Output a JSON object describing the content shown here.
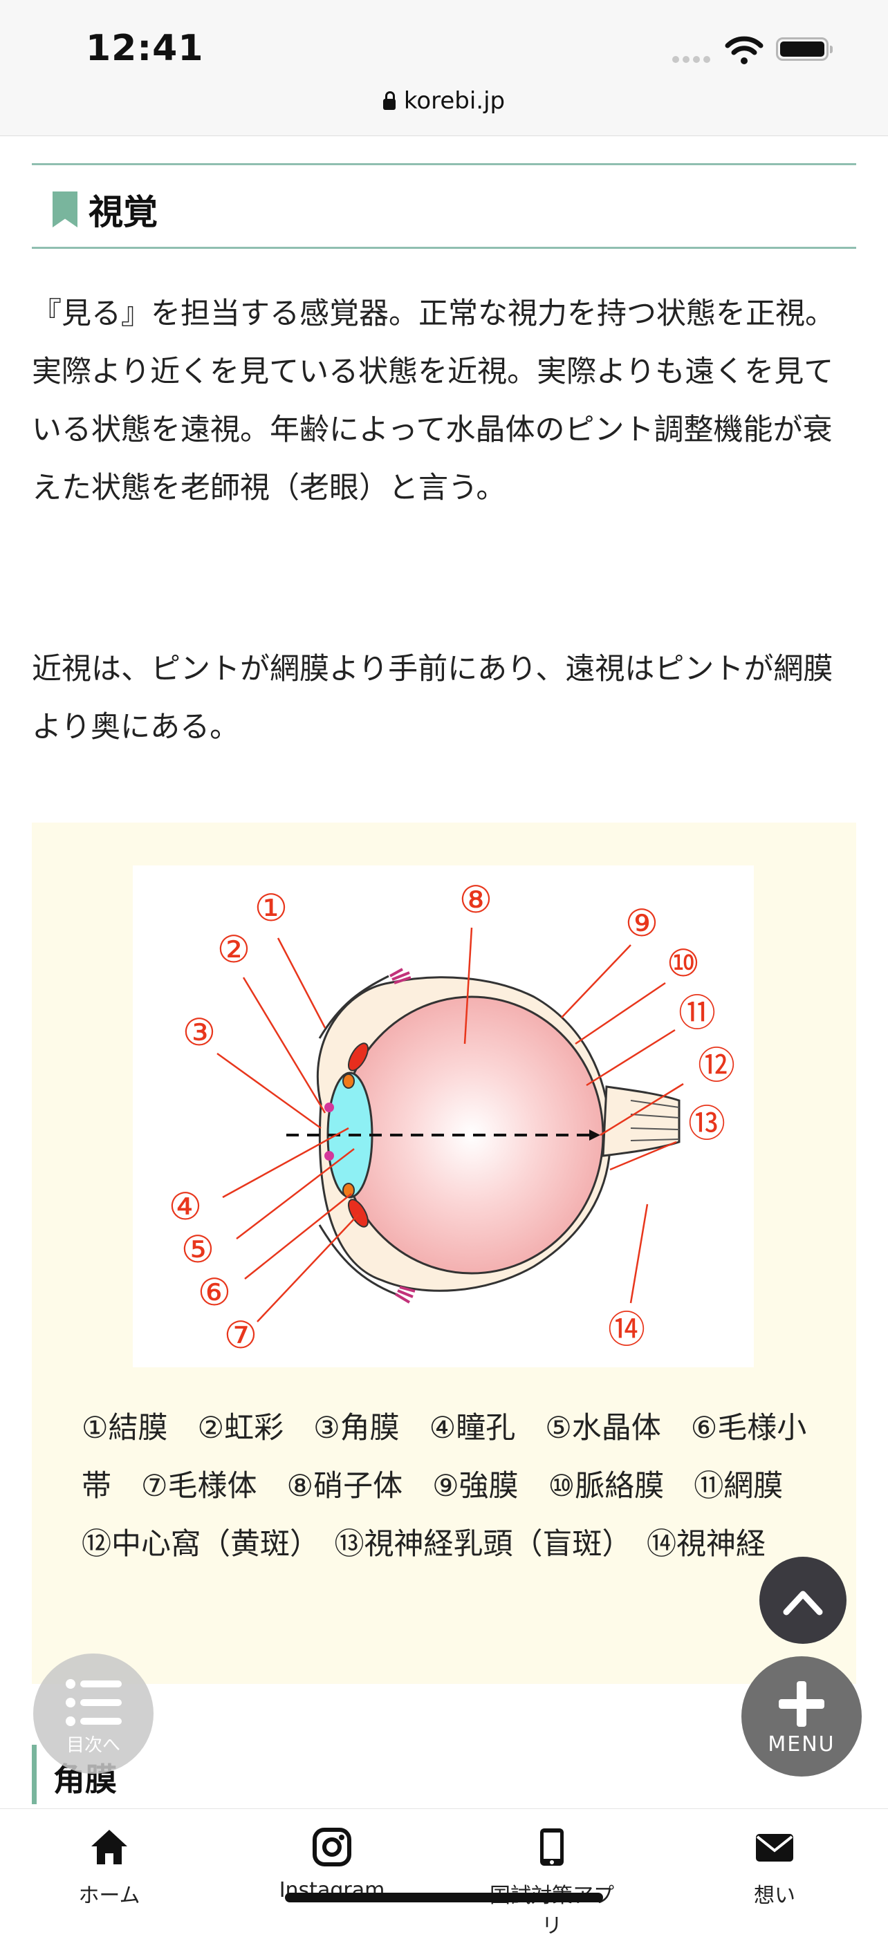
{
  "status_bar": {
    "time": "12:41"
  },
  "browser": {
    "url": "korebi.jp"
  },
  "section": {
    "title": "視覚"
  },
  "paragraphs": [
    "『見る』を担当する感覚器。正常な視力を持つ状態を正視。実際より近くを見ている状態を近視。実際よりも遠くを見ている状態を遠視。年齢によって水晶体のピント調整機能が衰えた状態を老師視（老眼）と言う。",
    "近視は、ピントが網膜より手前にあり、遠視はピントが網膜より奥にある。"
  ],
  "figure": {
    "numbers": [
      "①",
      "②",
      "③",
      "④",
      "⑤",
      "⑥",
      "⑦",
      "⑧",
      "⑨",
      "⑩",
      "⑪",
      "⑫",
      "⑬",
      "⑭"
    ],
    "caption": "①結膜　②虹彩　③角膜　④瞳孔　⑤水晶体　⑥毛様小帯　⑦毛様体　⑧硝子体　⑨強膜　⑩脈絡膜　⑪網膜　⑫中心窩（黄斑）　⑬視神経乳頭（盲斑）　⑭視神経"
  },
  "next_section": {
    "title": "角膜"
  },
  "floating": {
    "toc_label": "目次へ",
    "menu_label": "MENU"
  },
  "bottom_nav": [
    {
      "label": "ホーム",
      "icon": "home-icon"
    },
    {
      "label": "Instagram",
      "icon": "instagram-icon"
    },
    {
      "label": "国試対策アプリ",
      "icon": "phone-icon"
    },
    {
      "label": "想い",
      "icon": "mail-icon"
    }
  ],
  "colors": {
    "accent": "#79b59d",
    "label_red": "#e8361c",
    "figure_bg": "#fefbe9"
  }
}
